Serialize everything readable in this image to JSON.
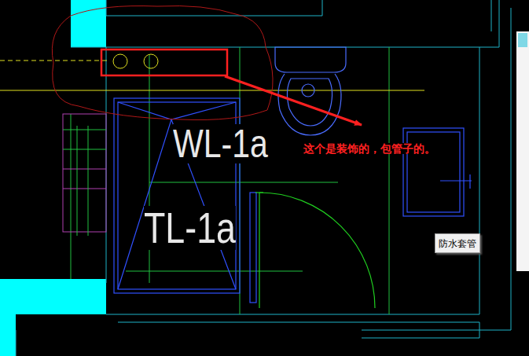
{
  "diagram": {
    "nodes": [
      {
        "text": [
          "防水套管"
        ]
      }
    ],
    "labels": [
      "WL-1a",
      "TL-1a",
      "这个是装饰的，包管子的。"
    ]
  }
}
